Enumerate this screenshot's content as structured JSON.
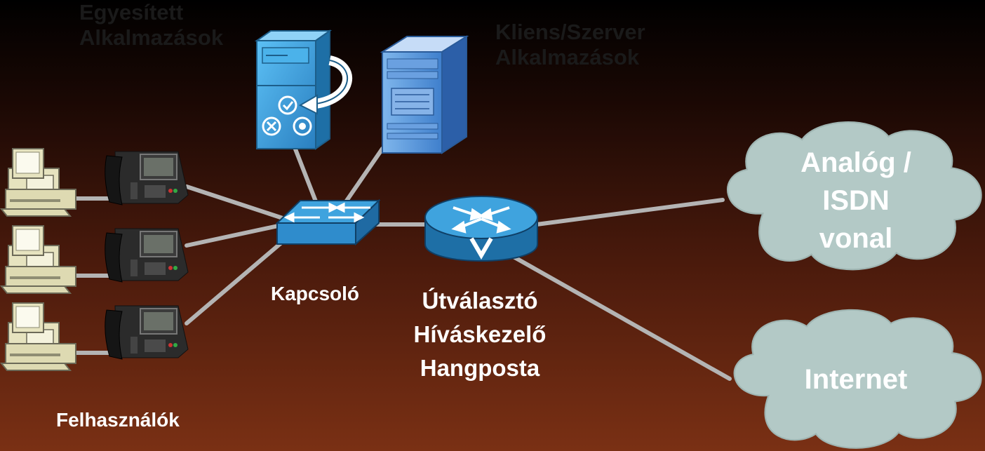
{
  "labels": {
    "unified_apps": [
      "Egyesített",
      "Alkalmazások"
    ],
    "client_server_apps": [
      "Kliens/Szerver",
      "Alkalmazások"
    ],
    "switch": "Kapcsoló",
    "router": [
      "Útválasztó",
      "Híváskezelő",
      "Hangposta"
    ],
    "users": "Felhasználók",
    "pstn_cloud": [
      "Analóg /",
      "ISDN",
      "vonal"
    ],
    "internet_cloud": "Internet"
  },
  "icons": {
    "workstation": "workstation-icon",
    "ip_phone": "ip-phone-icon",
    "switch": "switch-icon",
    "router": "voice-router-icon",
    "unified_server": "unified-communications-server-icon",
    "file_server": "file-server-icon",
    "cloud": "cloud-icon"
  },
  "colors": {
    "link": "#b4b4b4",
    "device_blue": "#3a9ad6",
    "cloud": "#b3c9c6",
    "text": "#ffffff"
  }
}
